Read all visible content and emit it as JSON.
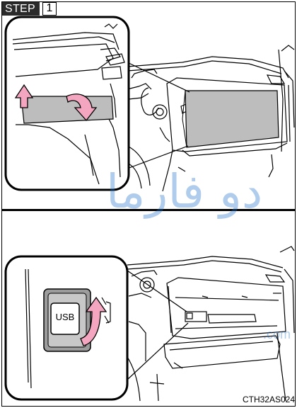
{
  "step": {
    "label": "STEP",
    "number": "1"
  },
  "callout": {
    "usb_label": "USB"
  },
  "watermark": {
    "text": "دو فارما",
    "sub": ".com"
  },
  "figure_code": "CTH32AS024",
  "colors": {
    "arrow_pink": "#f4a6c0",
    "arrow_outline": "#000000",
    "panel_gray": "#bdbdbd",
    "usb_gray": "#9c9c9c",
    "watermark_blue": "#1e6fc9"
  }
}
